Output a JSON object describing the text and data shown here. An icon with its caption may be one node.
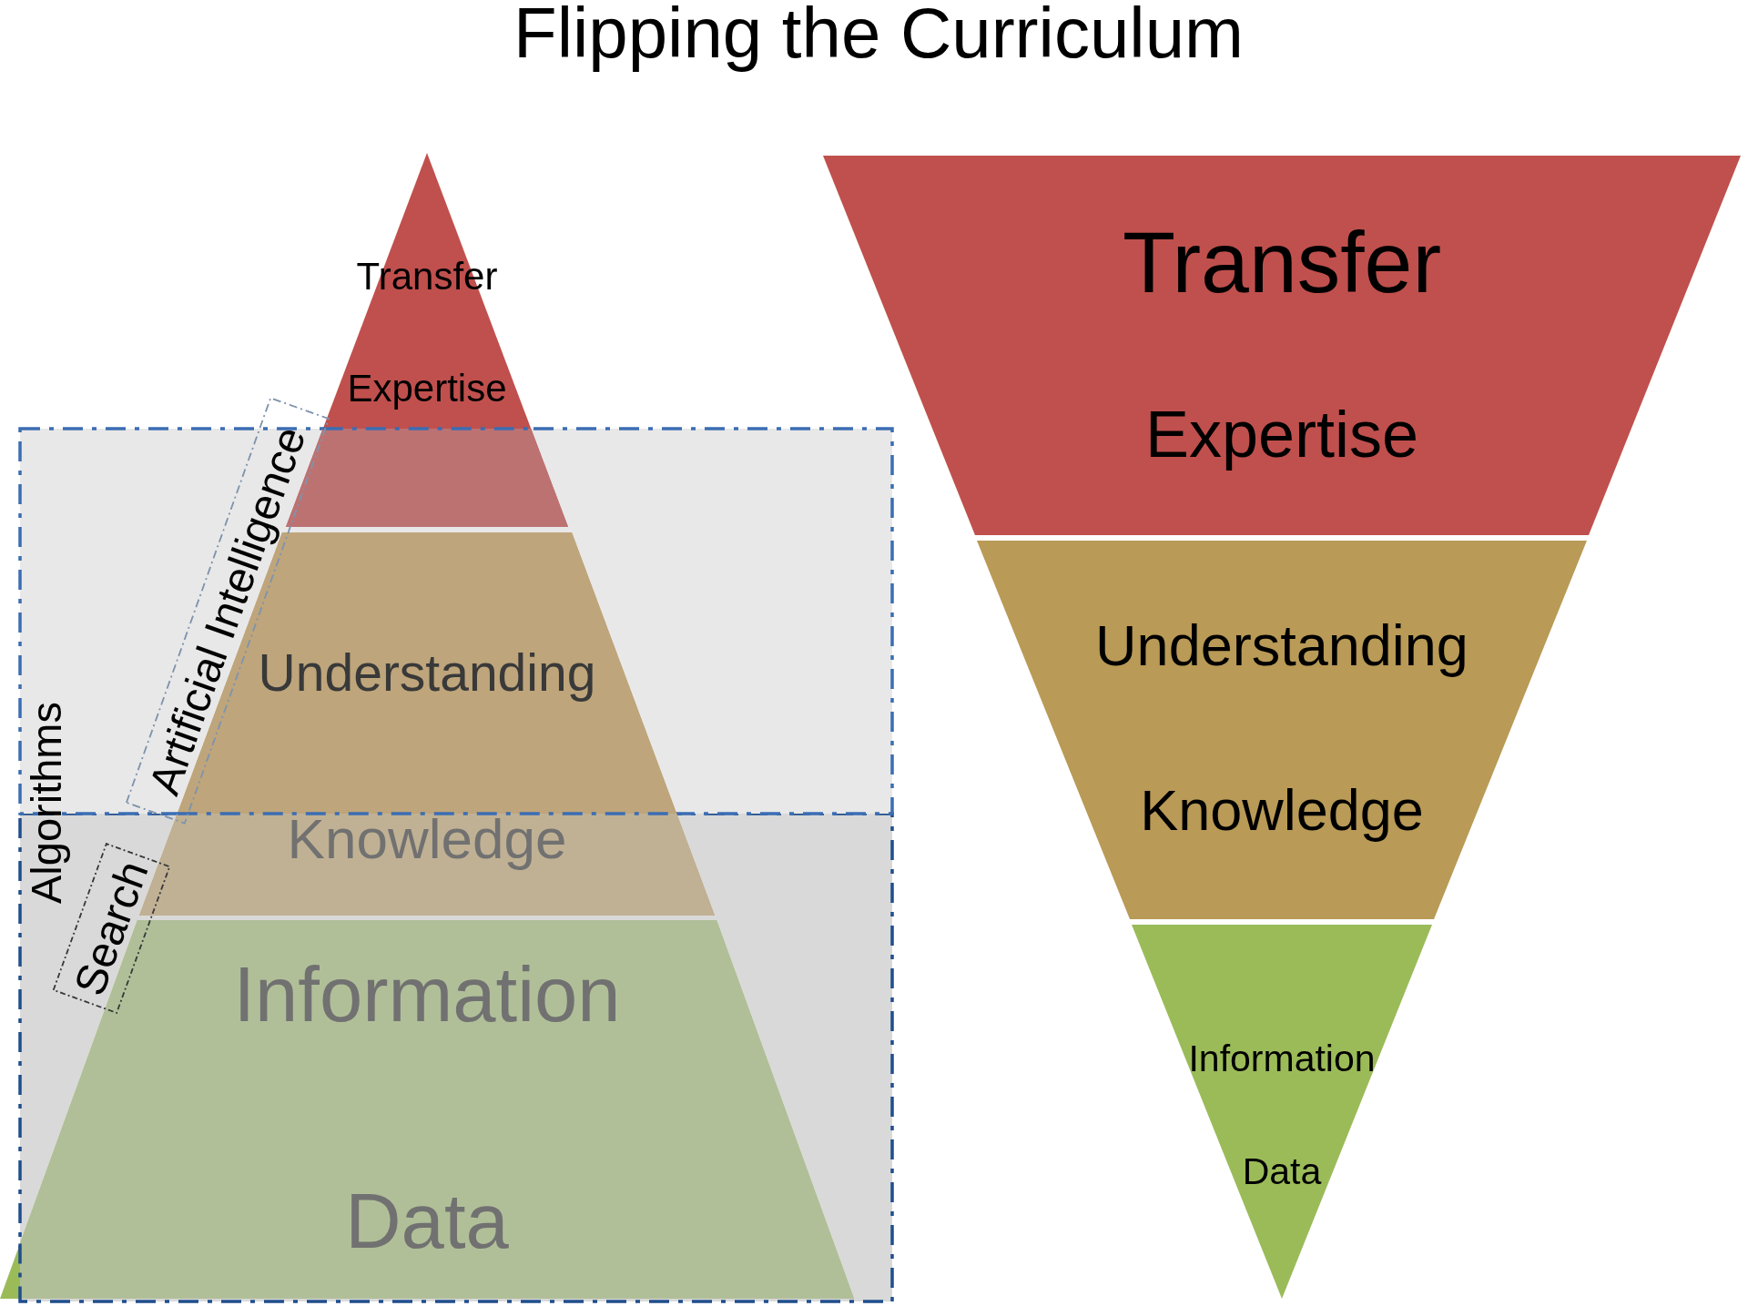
{
  "diagram": {
    "title": "Flipping the Curriculum",
    "nodes": [
      {
        "text": [
          "Transfer",
          "Expertise"
        ]
      },
      {
        "text": [
          "Artificial Intelligence"
        ]
      },
      {
        "text": [
          "Understanding",
          "Knowledge"
        ]
      },
      {
        "text": [
          "Search"
        ]
      },
      {
        "text": [
          "Information",
          "Data"
        ]
      },
      {
        "text": [
          "Transfer",
          "Expertise"
        ]
      },
      {
        "text": [
          "Understanding",
          "Knowledge"
        ]
      },
      {
        "text": [
          "Information",
          "Data"
        ]
      }
    ],
    "labels": [
      "Algorithms"
    ]
  }
}
